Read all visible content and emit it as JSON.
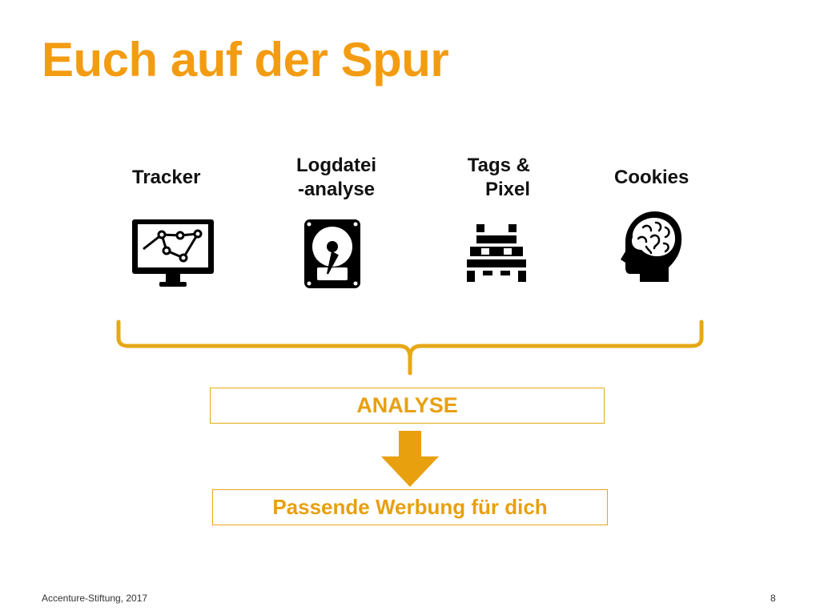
{
  "slide": {
    "title": "Euch auf der Spur",
    "accent_color": "#f39c12"
  },
  "sources": [
    {
      "label": "Tracker",
      "icon": "monitor-chart-icon"
    },
    {
      "label": "Logdatei\n-analyse",
      "icon": "hard-drive-icon"
    },
    {
      "label": "Tags &\nPixel",
      "icon": "pixel-invader-icon"
    },
    {
      "label": "Cookies",
      "icon": "brain-head-icon"
    }
  ],
  "flow": {
    "analysis_label": "ANALYSE",
    "result_label": "Passende Werbung für dich"
  },
  "footer": {
    "source": "Accenture-Stiftung, 2017",
    "page_number": "8"
  }
}
